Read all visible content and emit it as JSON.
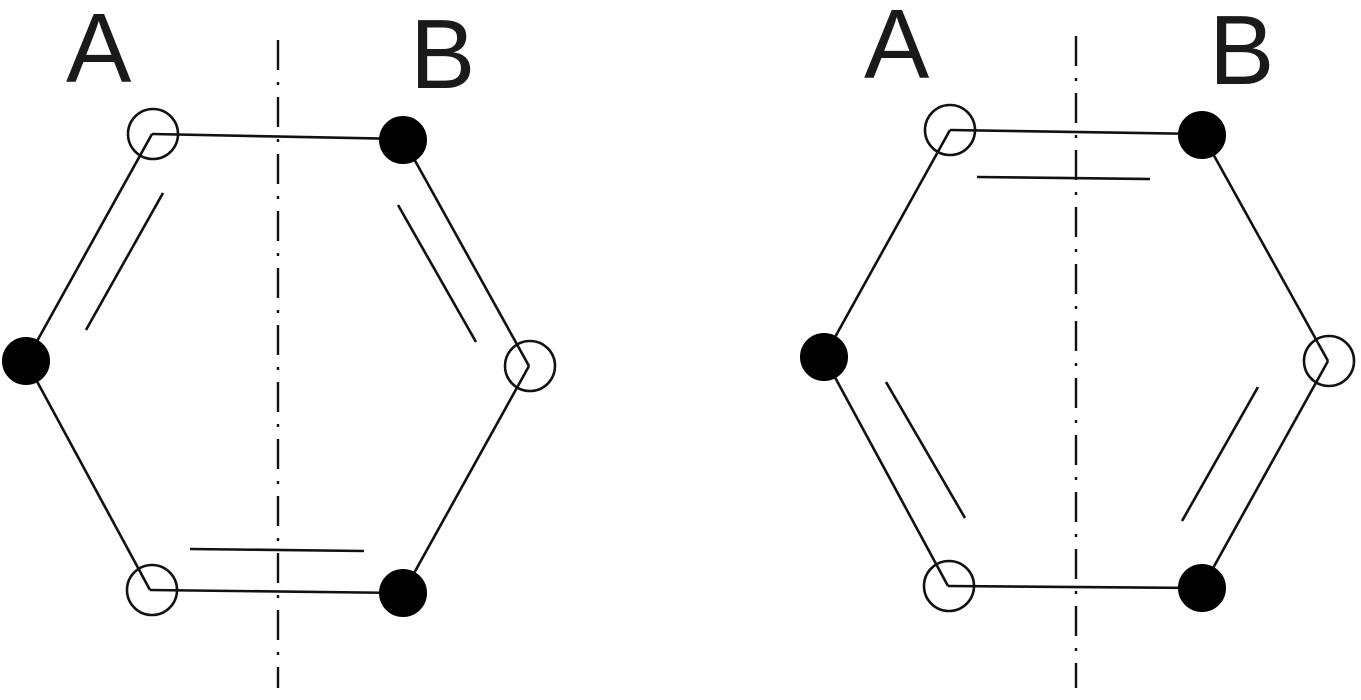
{
  "structures": [
    {
      "id": "left",
      "label_a": "A",
      "label_b": "B",
      "atoms": [
        {
          "position": "top-left",
          "fill": "open"
        },
        {
          "position": "top-right",
          "fill": "filled"
        },
        {
          "position": "right",
          "fill": "open"
        },
        {
          "position": "bottom-right",
          "fill": "filled"
        },
        {
          "position": "bottom-left",
          "fill": "open"
        },
        {
          "position": "left",
          "fill": "filled"
        }
      ],
      "double_bonds": [
        "left-to-top-left",
        "top-right-to-right",
        "bottom-right-to-bottom-left"
      ]
    },
    {
      "id": "right",
      "label_a": "A",
      "label_b": "B",
      "atoms": [
        {
          "position": "top-left",
          "fill": "open"
        },
        {
          "position": "top-right",
          "fill": "filled"
        },
        {
          "position": "right",
          "fill": "open"
        },
        {
          "position": "bottom-right",
          "fill": "filled"
        },
        {
          "position": "bottom-left",
          "fill": "open"
        },
        {
          "position": "left",
          "fill": "filled"
        }
      ],
      "double_bonds": [
        "top-left-to-top-right",
        "right-to-bottom-right",
        "bottom-left-to-left"
      ]
    }
  ]
}
